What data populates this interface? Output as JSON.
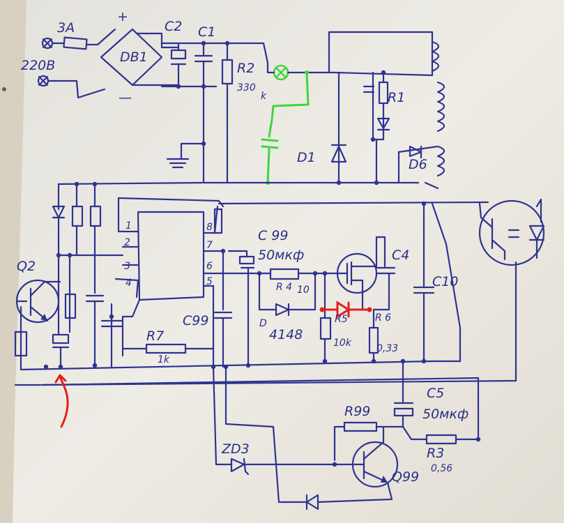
{
  "labels": {
    "fuse": "3A",
    "mains": "220B",
    "plus": "+",
    "minus": "—",
    "bridge": "DB1",
    "c2": "C2",
    "c1": "C1",
    "r2": "R2",
    "r2_val1": "330",
    "r2_val2": "k",
    "r1": "R1",
    "d1": "D1",
    "d6": "D6",
    "q2": "Q2",
    "pin1": "1",
    "pin2": "2",
    "pin3": "3",
    "pin4": "4",
    "pin5": "5",
    "pin6": "6",
    "pin7": "7",
    "pin8": "8",
    "c99a": "C 99",
    "c99a_val": "50мкф",
    "c99b": "C99",
    "r4": "R 4",
    "r4_val": "10",
    "d4148_a": "D",
    "d4148_b": "4148",
    "c4": "C4",
    "c10": "C10",
    "r5": "R5",
    "r5_val": "10k",
    "r6": "R 6",
    "r6_val": "0,33",
    "r7": "R7",
    "r7_val": "1k",
    "c5": "C5",
    "c5_val": "50мкф",
    "r99": "R99",
    "r3": "R3",
    "r3_val": "0,56",
    "zd3": "ZD3",
    "q99": "Q99"
  },
  "colors": {
    "paper": "#ebe8e1",
    "ink": "#2d3390",
    "green_mod": "#3fd63a",
    "red_mod": "#e3201b"
  }
}
